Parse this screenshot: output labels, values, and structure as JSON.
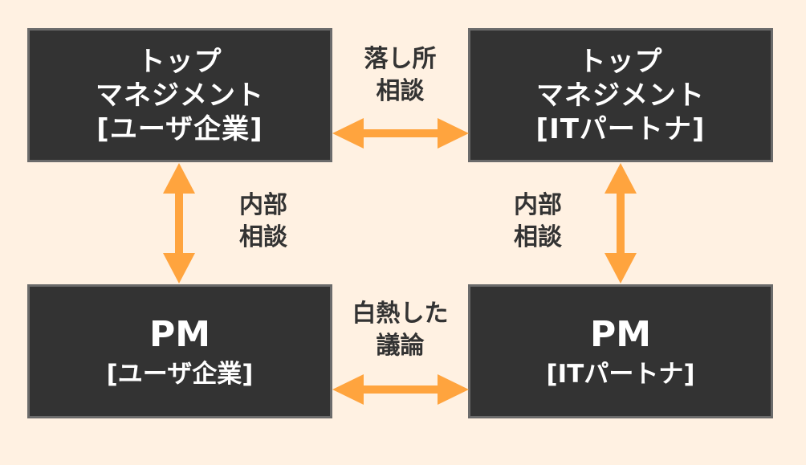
{
  "diagram": {
    "nodes": [
      {
        "id": "top-mgmt-user",
        "lines": [
          "トップ",
          "マネジメント"
        ],
        "org": "[ユーザ企業]"
      },
      {
        "id": "top-mgmt-it",
        "lines": [
          "トップ",
          "マネジメント"
        ],
        "org": "[ITパートナ]"
      },
      {
        "id": "pm-user",
        "title": "PM",
        "org": "[ユーザ企業]"
      },
      {
        "id": "pm-it",
        "title": "PM",
        "org": "[ITパートナ]"
      }
    ],
    "edges": [
      {
        "from": "top-mgmt-user",
        "to": "top-mgmt-it",
        "label": [
          "落し所",
          "相談"
        ],
        "direction": "both"
      },
      {
        "from": "pm-user",
        "to": "pm-it",
        "label": [
          "白熱した",
          "議論"
        ],
        "direction": "both"
      },
      {
        "from": "top-mgmt-user",
        "to": "pm-user",
        "label": [
          "内部",
          "相談"
        ],
        "direction": "both"
      },
      {
        "from": "top-mgmt-it",
        "to": "pm-it",
        "label": [
          "内部",
          "相談"
        ],
        "direction": "both"
      }
    ],
    "colors": {
      "background": "#fff1e2",
      "box_fill": "#333333",
      "box_border": "#6b6b6b",
      "box_text": "#ffffff",
      "arrow": "#ffa43e",
      "label_text": "#333333"
    }
  }
}
